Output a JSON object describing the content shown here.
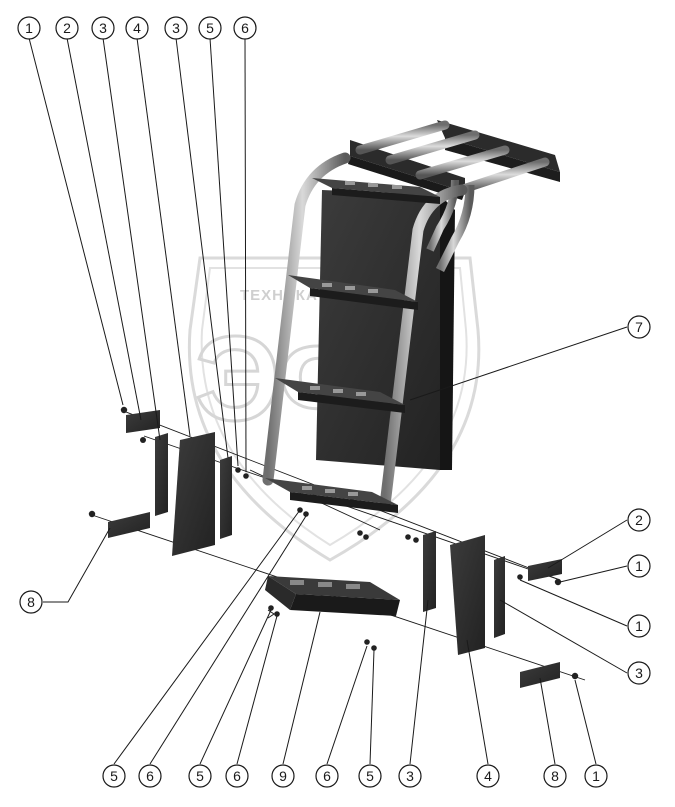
{
  "watermark": {
    "text": "ТЕХНИКА ДЛЯ ЭФФЕКТА",
    "logo_letters": "ЭФ",
    "color": "#d0d0d0"
  },
  "callouts": [
    {
      "id": "c-top-1",
      "label": "1"
    },
    {
      "id": "c-top-2",
      "label": "2"
    },
    {
      "id": "c-top-3a",
      "label": "3"
    },
    {
      "id": "c-top-4",
      "label": "4"
    },
    {
      "id": "c-top-3b",
      "label": "3"
    },
    {
      "id": "c-top-5",
      "label": "5"
    },
    {
      "id": "c-top-6",
      "label": "6"
    },
    {
      "id": "c-right-7",
      "label": "7"
    },
    {
      "id": "c-right-2",
      "label": "2"
    },
    {
      "id": "c-right-1a",
      "label": "1"
    },
    {
      "id": "c-right-1b",
      "label": "1"
    },
    {
      "id": "c-right-3",
      "label": "3"
    },
    {
      "id": "c-left-8",
      "label": "8"
    },
    {
      "id": "c-bot-5a",
      "label": "5"
    },
    {
      "id": "c-bot-6a",
      "label": "6"
    },
    {
      "id": "c-bot-5b",
      "label": "5"
    },
    {
      "id": "c-bot-6b",
      "label": "6"
    },
    {
      "id": "c-bot-9",
      "label": "9"
    },
    {
      "id": "c-bot-6c",
      "label": "6"
    },
    {
      "id": "c-bot-5c",
      "label": "5"
    },
    {
      "id": "c-bot-3",
      "label": "3"
    },
    {
      "id": "c-bot-4",
      "label": "4"
    },
    {
      "id": "c-bot-8",
      "label": "8"
    },
    {
      "id": "c-bot-1",
      "label": "1"
    }
  ]
}
